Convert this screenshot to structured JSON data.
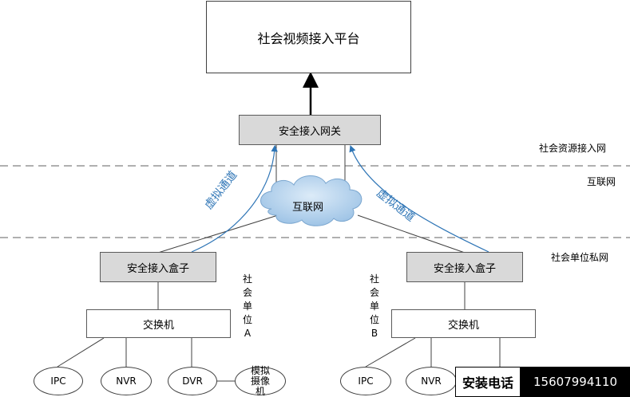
{
  "platform": {
    "label": "社会视频接入平台"
  },
  "gateway": {
    "label": "安全接入网关"
  },
  "cloud": {
    "label": "互联网"
  },
  "zones": {
    "resource_net": "社会资源接入网",
    "internet": "互联网",
    "private_net": "社会单位私网"
  },
  "channels": {
    "left": "虚拟通道",
    "right": "虚拟通道"
  },
  "unit_a": {
    "box": "安全接入盒子",
    "switch": "交换机",
    "label": "社会单位A",
    "devices": [
      "IPC",
      "NVR",
      "DVR",
      "模拟摄像机"
    ]
  },
  "unit_b": {
    "box": "安全接入盒子",
    "switch": "交换机",
    "label": "社会单位B",
    "devices": [
      "IPC",
      "NVR"
    ]
  },
  "contact": {
    "label": "安装电话",
    "number": "15607994110"
  },
  "colors": {
    "gray_box": "#d9d9d9",
    "channel_blue": "#2e75b6",
    "cloud_fill": "#bcd7f0"
  }
}
